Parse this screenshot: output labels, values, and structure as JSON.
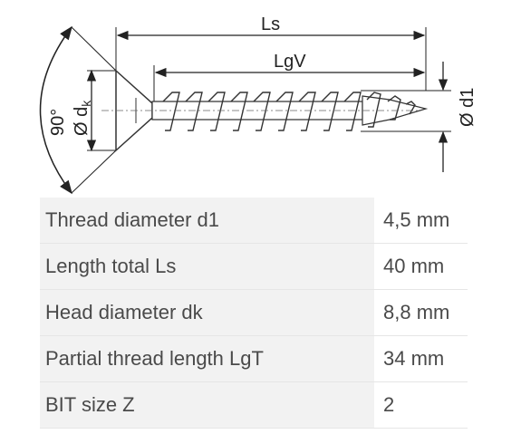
{
  "diagram": {
    "labels": {
      "angle": "90°",
      "head_diameter": "Ø d",
      "head_diameter_sub": "k",
      "total_length": "Ls",
      "thread_length": "LgV",
      "thread_diameter": "Ø d1"
    },
    "colors": {
      "line": "#222222",
      "screw": "#333333"
    }
  },
  "specs": [
    {
      "label": "Thread diameter d1",
      "value": "4,5 mm"
    },
    {
      "label": "Length total Ls",
      "value": "40 mm"
    },
    {
      "label": "Head diameter dk",
      "value": "8,8 mm"
    },
    {
      "label": "Partial thread length LgT",
      "value": "34 mm"
    },
    {
      "label": "BIT size Z",
      "value": "2"
    }
  ]
}
